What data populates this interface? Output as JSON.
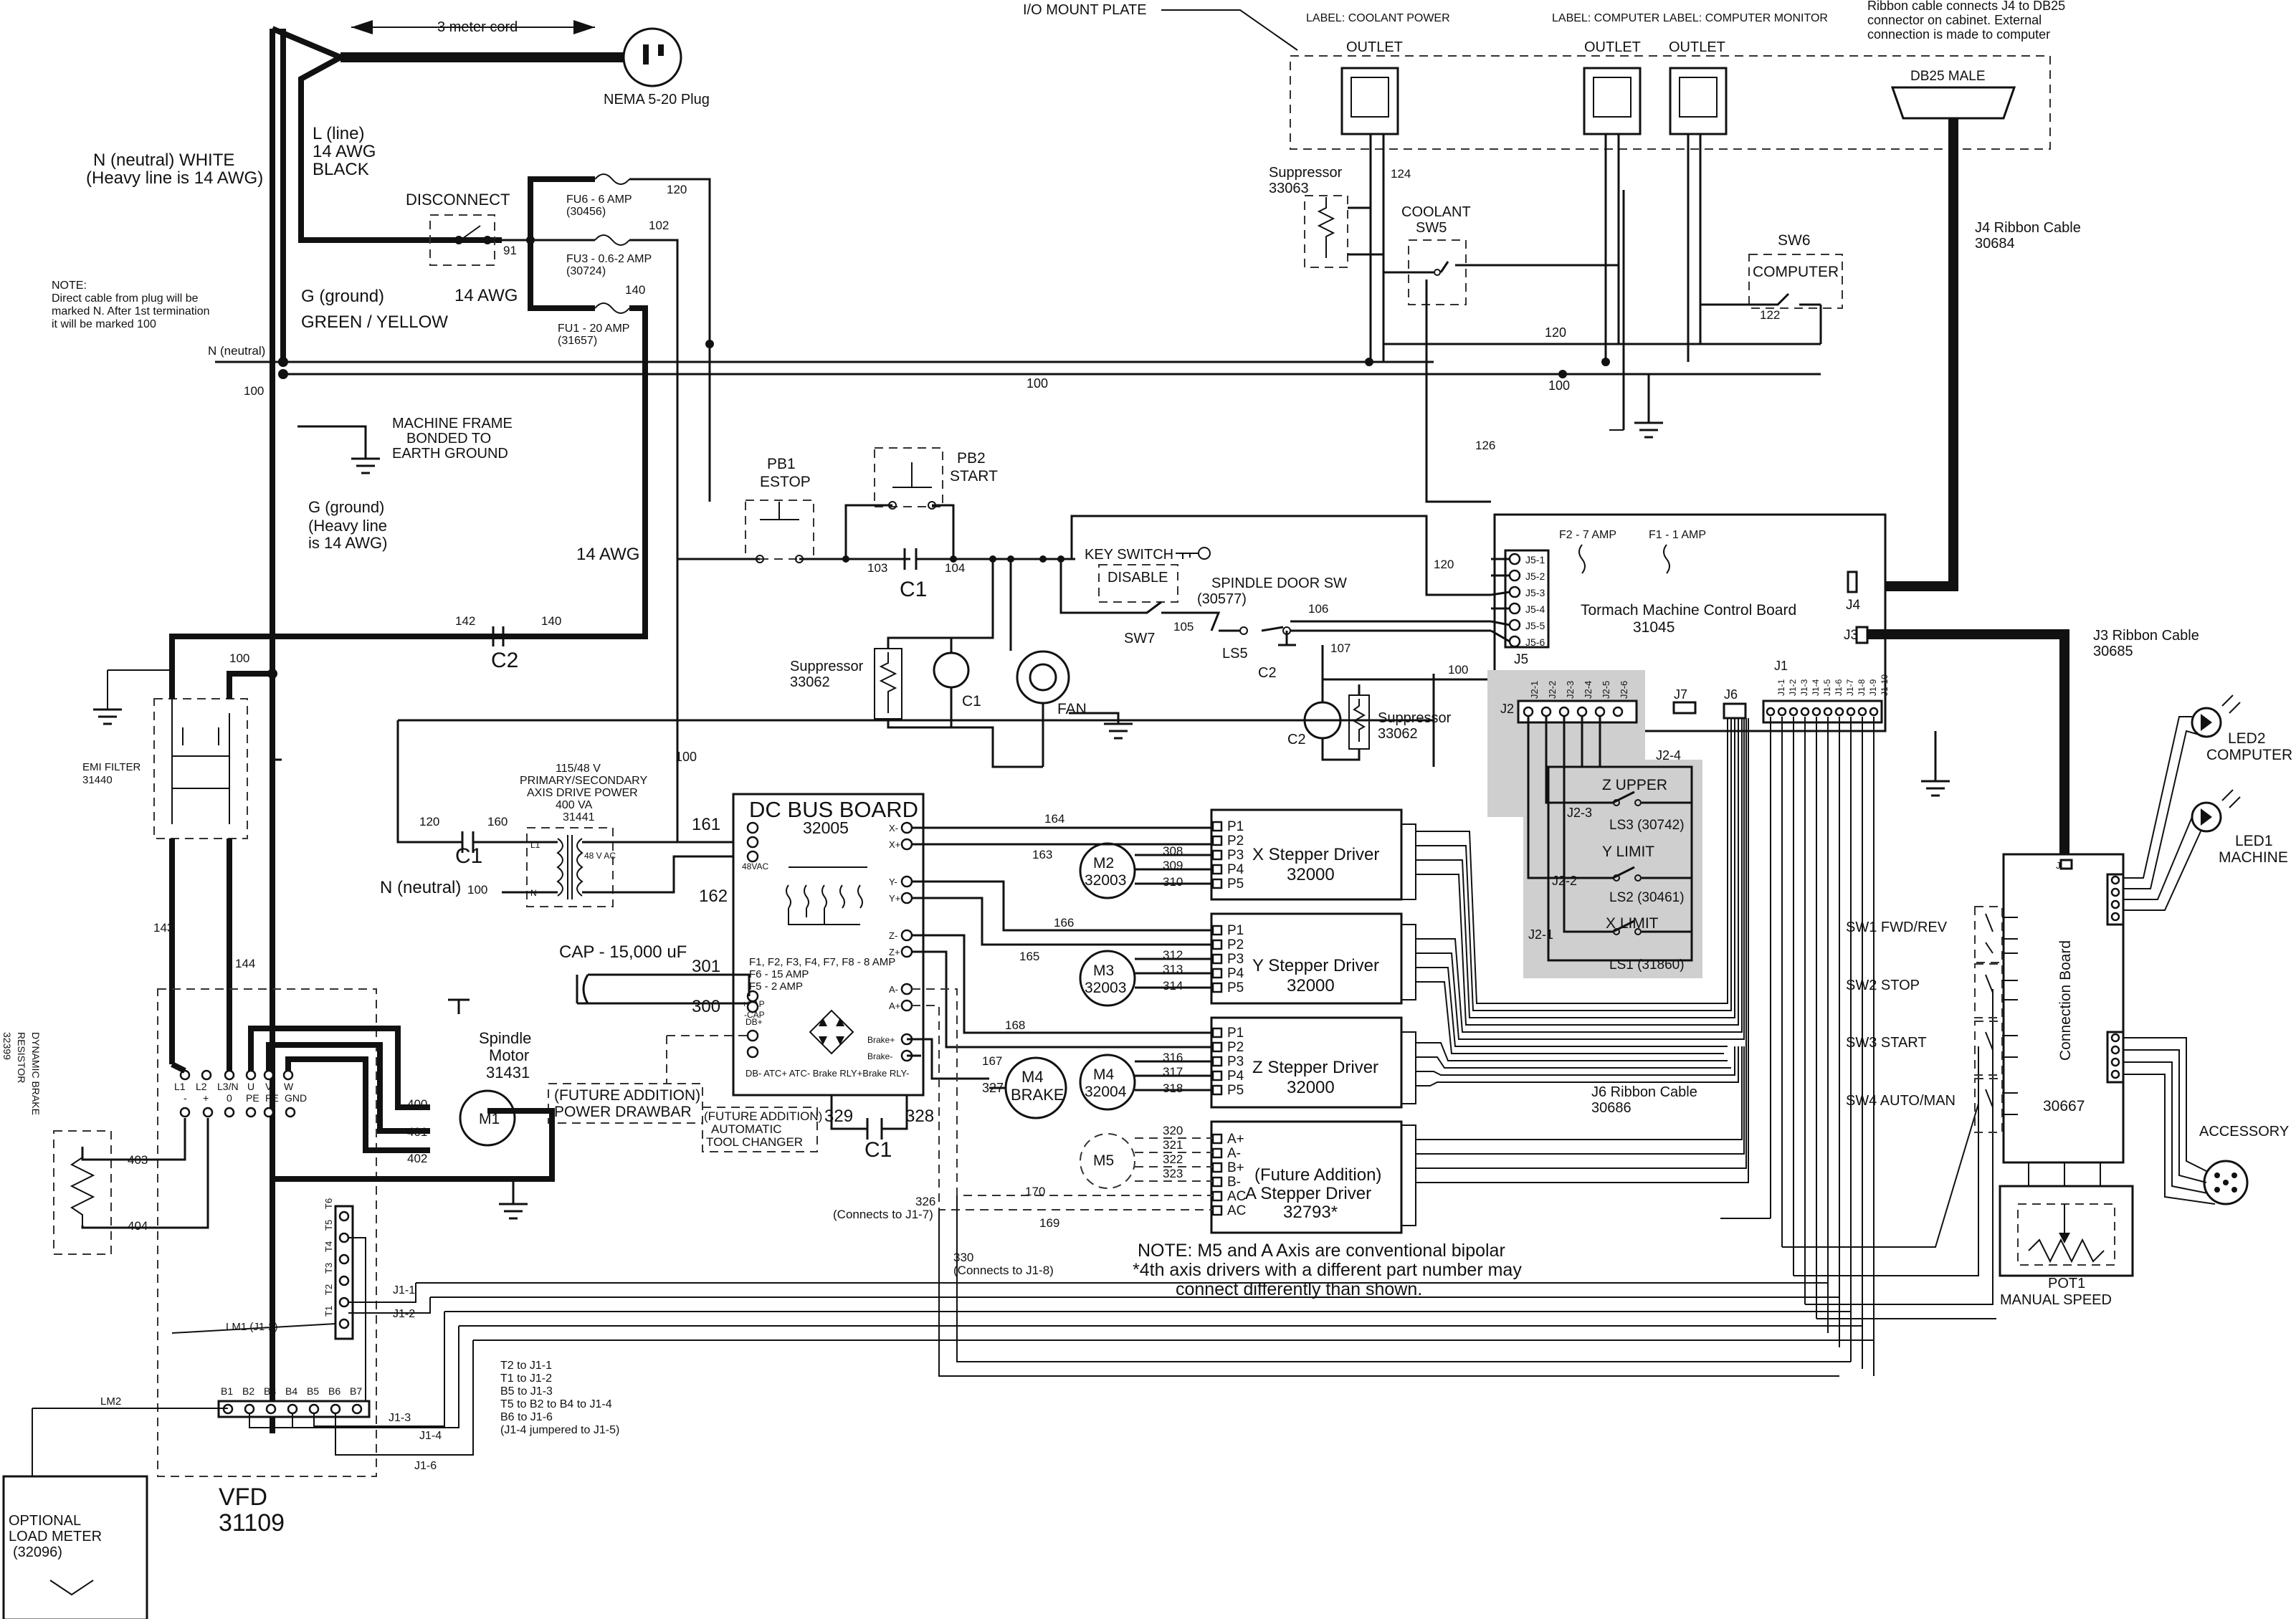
{
  "plug": {
    "cord": "3 meter cord",
    "name": "NEMA 5-20 Plug"
  },
  "mains": {
    "neutral": "N (neutral) WHITE",
    "neutral_note": "(Heavy line is 14 AWG)",
    "line": "L (line)",
    "line_awg": "14 AWG",
    "line_color": "BLACK",
    "ground": "G (ground)",
    "ground_color": "GREEN / YELLOW",
    "disconnect": "DISCONNECT",
    "awg14": "14 AWG",
    "awg14b": "14 AWG",
    "note1": "NOTE:",
    "note2": "Direct cable from plug will be",
    "note3": "marked N.  After 1st termination",
    "note4": "it will be marked 100",
    "n_neutral": "N (neutral)",
    "frame1": "MACHINE FRAME",
    "frame2": "BONDED TO",
    "frame3": "EARTH GROUND",
    "g2a": "G (ground)",
    "g2b": "(Heavy line",
    "g2c": "is 14 AWG)"
  },
  "fuses": [
    {
      "name": "FU6 -  6  AMP",
      "part": "(30456)"
    },
    {
      "name": "FU3 -  0.6-2  AMP",
      "part": "(30724)"
    },
    {
      "name": "FU1 - 20 AMP",
      "part": "(31657)"
    }
  ],
  "wires": {
    "w120": "120",
    "w102": "102",
    "w140": "140",
    "w91": "91",
    "w100": "100",
    "w124": "124",
    "w126": "126",
    "w122": "122",
    "w103": "103",
    "w104": "104",
    "w105": "105",
    "w106": "106",
    "w107": "107",
    "w142": "142",
    "w160": "160",
    "w161": "161",
    "w162": "162",
    "w163": "163",
    "w164": "164",
    "w165": "165",
    "w166": "166",
    "w167": "167",
    "w168": "168",
    "w169": "169",
    "w170": "170",
    "w143": "143",
    "w144": "144",
    "w300": "300",
    "w301": "301",
    "w308": "308",
    "w309": "309",
    "w310": "310",
    "w312": "312",
    "w313": "313",
    "w314": "314",
    "w316": "316",
    "w317": "317",
    "w318": "318",
    "w320": "320",
    "w321": "321",
    "w322": "322",
    "w323": "323",
    "w327": "327",
    "w328": "328",
    "w329": "329",
    "w400": "400",
    "w401": "401",
    "w402": "402",
    "w403": "403",
    "w404": "404"
  },
  "io_plate": {
    "title": "I/O MOUNT PLATE",
    "label_coolant": "LABEL: COOLANT POWER",
    "label_computer": "LABEL: COMPUTER",
    "label_monitor": "LABEL: COMPUTER MONITOR",
    "outlet": "OUTLET",
    "ribbon_note1": "Ribbon cable connects J4 to DB25",
    "ribbon_note2": "connector on cabinet.  External",
    "ribbon_note3": "connection is made to computer",
    "db25": "DB25 MALE"
  },
  "components": {
    "supp_top": "Suppressor",
    "supp_top_part": "33063",
    "coolant_sw": "COOLANT",
    "coolant_sw2": "SW5",
    "sw6": "SW6",
    "computer": "COMPUTER",
    "j4_cable": "J4 Ribbon Cable",
    "j4_part": "30684",
    "pb1": "PB1",
    "estop": "ESTOP",
    "pb2": "PB2",
    "start": "START",
    "c1": "C1",
    "c2": "C2",
    "key_switch": "KEY SWITCH",
    "disable": "DISABLE",
    "sw7": "SW7",
    "door_sw": "SPINDLE DOOR SW",
    "door_part": "(30577)",
    "ls5": "LS5",
    "supp": "Suppressor",
    "supp_part": "33062",
    "fan": "FAN",
    "emi": "EMI FILTER",
    "emi_part": "31440",
    "xfmr1": "115/48 V",
    "xfmr2": "PRIMARY/SECONDARY",
    "xfmr3": "AXIS DRIVE POWER",
    "xfmr4": "400 VA",
    "xfmr5": "31441",
    "xfmr_48": "48 V AC",
    "l1": "L1",
    "n": "N",
    "n_neutral2": "N (neutral)",
    "cap": "CAP - 15,000 uF",
    "spindle1": "Spindle",
    "spindle2": "Motor",
    "spindle3": "31431",
    "m1": "M1",
    "future_drawbar1": "(FUTURE ADDITION)",
    "future_drawbar2": "POWER DRAWBAR",
    "future_atc1": "(FUTURE ADDITION)",
    "future_atc2": "AUTOMATIC",
    "future_atc3": "TOOL CHANGER",
    "m4_brake1": "M4",
    "m4_brake2": "BRAKE",
    "dyn1": "DYNAMIC BRAKE",
    "dyn2": "RESISTOR",
    "dyn3": "32399",
    "vfd": "VFD",
    "vfd_part": "31109",
    "load1": "OPTIONAL",
    "load2": "LOAD METER",
    "load3": "(32096)",
    "lm1": "LM1 (J1-2)",
    "lm2": "LM2"
  },
  "dcbus": {
    "title": "DC BUS BOARD",
    "part": "32005",
    "ac48": "48VAC",
    "fuses1": "F1, F2, F3, F4, F7, F8 - 8 AMP",
    "fuses2": "F6 - 15 AMP",
    "fuses3": "F5 - 2 AMP",
    "pcap": "+CAP",
    "mcap": "-CAP",
    "dbp": "DB+",
    "bottom": "DB-  ATC+  ATC-  Brake RLY+Brake RLY-",
    "xm": "X-",
    "xp": "X+",
    "ym": "Y-",
    "yp": "Y+",
    "zm": "Z-",
    "zp": "Z+",
    "am": "A-",
    "ap": "A+",
    "brp": "Brake+",
    "brm": "Brake-"
  },
  "drivers": [
    {
      "name": "X Stepper Driver",
      "part": "32000",
      "motor": "M2",
      "mpart": "32003"
    },
    {
      "name": "Y Stepper Driver",
      "part": "32000",
      "motor": "M3",
      "mpart": "32003"
    },
    {
      "name": "Z Stepper Driver",
      "part": "32000",
      "motor": "M4",
      "mpart": "32004"
    },
    {
      "name": "(Future Addition)",
      "name2": "A Stepper Driver",
      "part": "32793*",
      "motor": "M5"
    }
  ],
  "driver_pins": [
    "P1",
    "P2",
    "P3",
    "P4",
    "P5"
  ],
  "a_pins": [
    "A+",
    "A-",
    "B+",
    "B-",
    "AC",
    "AC"
  ],
  "control_board": {
    "title": "Tormach Machine Control Board",
    "part": "31045",
    "f2": "F2 - 7 AMP",
    "f1": "F1 - 1 AMP",
    "j5": "J5",
    "j4": "J4",
    "j3": "J3",
    "j2": "J2",
    "j1": "J1",
    "j6": "J6",
    "j7": "J7",
    "j5pins": [
      "J5-1",
      "J5-2",
      "J5-3",
      "J5-4",
      "J5-5",
      "J5-6"
    ],
    "j2pins": [
      "J2-1",
      "J2-2",
      "J2-3",
      "J2-4",
      "J2-5",
      "J2-6"
    ],
    "j1pins": [
      "J1-1",
      "J1-2",
      "J1-3",
      "J1-4",
      "J1-5",
      "J1-6",
      "J1-7",
      "J1-8",
      "J1-9",
      "J1-10"
    ]
  },
  "limits": {
    "j24": "J2-4",
    "zup": "Z UPPER",
    "j23": "J2-3",
    "ls3": "LS3 (30742)",
    "ylim": "Y LIMIT",
    "j22": "J2-2",
    "ls2": "LS2 (30461)",
    "xlim": "X LIMIT",
    "j21": "J2-1",
    "ls1": "LS1 (31860)"
  },
  "right": {
    "j3cable": "J3 Ribbon Cable",
    "j3part": "30685",
    "led2": "LED2",
    "led2b": "COMPUTER",
    "led1": "LED1",
    "led1b": "MACHINE",
    "conn": "Connection Board",
    "conn_part": "30667",
    "sw1": "SW1  FWD/REV",
    "sw2": "SW2  STOP",
    "sw3": "SW3  START",
    "sw4": "SW4  AUTO/MAN",
    "accessory": "ACCESSORY",
    "pot1": "POT1",
    "pot2": "MANUAL SPEED",
    "j6cable": "J6 Ribbon Cable",
    "j6part": "30686",
    "j3lbl": "J3"
  },
  "notes": {
    "n326a": "326",
    "n326b": "(Connects to J1-7)",
    "n330a": "330",
    "n330b": "(Connects to J1-8)",
    "m5note1": "NOTE: M5 and A Axis are conventional bipolar",
    "m5note2": "*4th axis drivers with a different part number may",
    "m5note3": "connect differently than shown."
  },
  "vfd": {
    "top_terms": [
      "L1",
      "L2",
      "L3/N",
      "U",
      "V",
      "W"
    ],
    "bot_terms": [
      "-",
      "+",
      "0",
      "PE",
      "PE",
      "GND"
    ],
    "t_terms": [
      "T6",
      "T5",
      "T4",
      "T3",
      "T2",
      "T1"
    ],
    "b_terms": [
      "B1",
      "B2",
      "B3",
      "B4",
      "B5",
      "B6",
      "B7"
    ],
    "j11": "J1-1",
    "j12": "J1-2",
    "j13": "J1-3",
    "j14": "J1-4",
    "j16": "J1-6",
    "map": [
      "T2 to J1-1",
      "T1 to J1-2",
      "B5 to J1-3",
      "T5 to B2 to B4 to J1-4",
      "B6 to J1-6",
      "(J1-4 jumpered to J1-5)"
    ]
  }
}
